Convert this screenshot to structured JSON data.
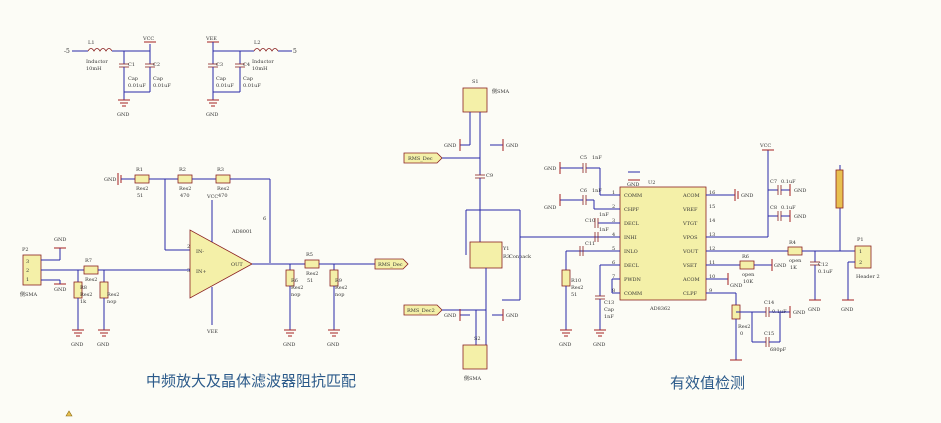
{
  "sections": {
    "left_title": "中频放大及晶体滤波器阻抗匹配",
    "right_title": "有效值检测"
  },
  "power": {
    "vcc": "VCC",
    "vee": "VEE",
    "gnd": "GND",
    "neg": "-5",
    "pos": "5"
  },
  "filter_left": {
    "l1": "L1",
    "l1_type": "Inductor",
    "l1_val": "10mH",
    "c1": "C1",
    "c1_type": "Cap",
    "c1_val": "0.01uF",
    "c2": "C2",
    "c2_type": "Cap",
    "c2_val": "0.01uF"
  },
  "filter_right": {
    "l2": "L2",
    "l2_type": "Inductor",
    "l2_val": "10mH",
    "c3": "C3",
    "c3_type": "Cap",
    "c3_val": "0.01uF",
    "c4": "C4",
    "c4_type": "Cap",
    "c4_val": "0.01uF"
  },
  "amp": {
    "r1": "R1",
    "r1_type": "Res2",
    "r1_val": "51",
    "r2": "R2",
    "r2_type": "Res2",
    "r2_val": "470",
    "r3": "R3",
    "r3_type": "Res2",
    "r3_val": "470",
    "opamp": "AD8001",
    "opamp_vcc": "VCC",
    "opamp_vee": "VEE",
    "opamp_in_neg": "IN-",
    "opamp_in_pos": "IN+",
    "opamp_out": "OUT",
    "pin2": "2",
    "pin3": "3",
    "pin6": "6",
    "r5": "R5",
    "r5_type": "Res2",
    "r5_val": "51",
    "r6": "R6",
    "r6_type": "Res2",
    "r6_val": "nop",
    "r9": "R9",
    "r9_type": "Res2",
    "r9_val": "nop",
    "r7": "R7",
    "r7_type": "Res2",
    "r8": "R8",
    "r8_type": "Res2",
    "r8_val": "1k",
    "r8b_type": "Res2",
    "r8b_val": "nop",
    "sma_in": "P2",
    "sma_in_label": "侧SMA",
    "net_rms_dec": "RMS_Dec"
  },
  "crystal": {
    "s1": "S1",
    "s1_label": "侧SMA",
    "s2": "S2",
    "s2_label": "侧SMA",
    "y": "Y1",
    "y_label": "R3",
    "y_type": "Conpack",
    "c9": "C9",
    "net_rms_dec": "RMS_Dec",
    "net_rms_dec2": "RMS_Dec2"
  },
  "ad8362": {
    "ref": "U2",
    "part": "AD8362",
    "pins_left": [
      "COMM",
      "CHPF",
      "DECL",
      "INHI",
      "INLO",
      "DECL",
      "PWDN",
      "COMM"
    ],
    "pins_left_num": [
      "1",
      "2",
      "3",
      "4",
      "5",
      "6",
      "7",
      "8"
    ],
    "pins_right": [
      "ACOM",
      "VREF",
      "VTGT",
      "VPOS",
      "VOUT",
      "VSET",
      "ACOM",
      "CLPF"
    ],
    "pins_right_num": [
      "16",
      "15",
      "14",
      "13",
      "12",
      "11",
      "10",
      "9"
    ],
    "c5": "C5",
    "c5_val": "1nF",
    "c6": "C6",
    "c6_val": "1nF",
    "c10": "C10",
    "c10_val": "1nF",
    "c11": "C11",
    "c11_val": "1nF",
    "c13": "C13",
    "c13_type": "Cap",
    "c13_val": "1nF",
    "c7": "C7",
    "c7_val": "0.1uF",
    "c8": "C8",
    "c8_val": "0.1uF",
    "c14": "C14",
    "c14_val": "0.1uF",
    "c15": "C15",
    "c15_val": "680pF",
    "c12": "C12",
    "c12_val": "0.1uF",
    "r10": "R10",
    "r10_type": "Res2",
    "r10_val": "51",
    "r4": "R4",
    "r4_type": "open",
    "r4_val": "1K",
    "r6b": "R6",
    "r6b_type": "open",
    "r6b_val": "10K",
    "r_gnd": "Res2",
    "r_gnd_val": "0",
    "p1": "P1",
    "p1_label": "Header 2",
    "vcc": "VCC",
    "gnd": "GND"
  }
}
